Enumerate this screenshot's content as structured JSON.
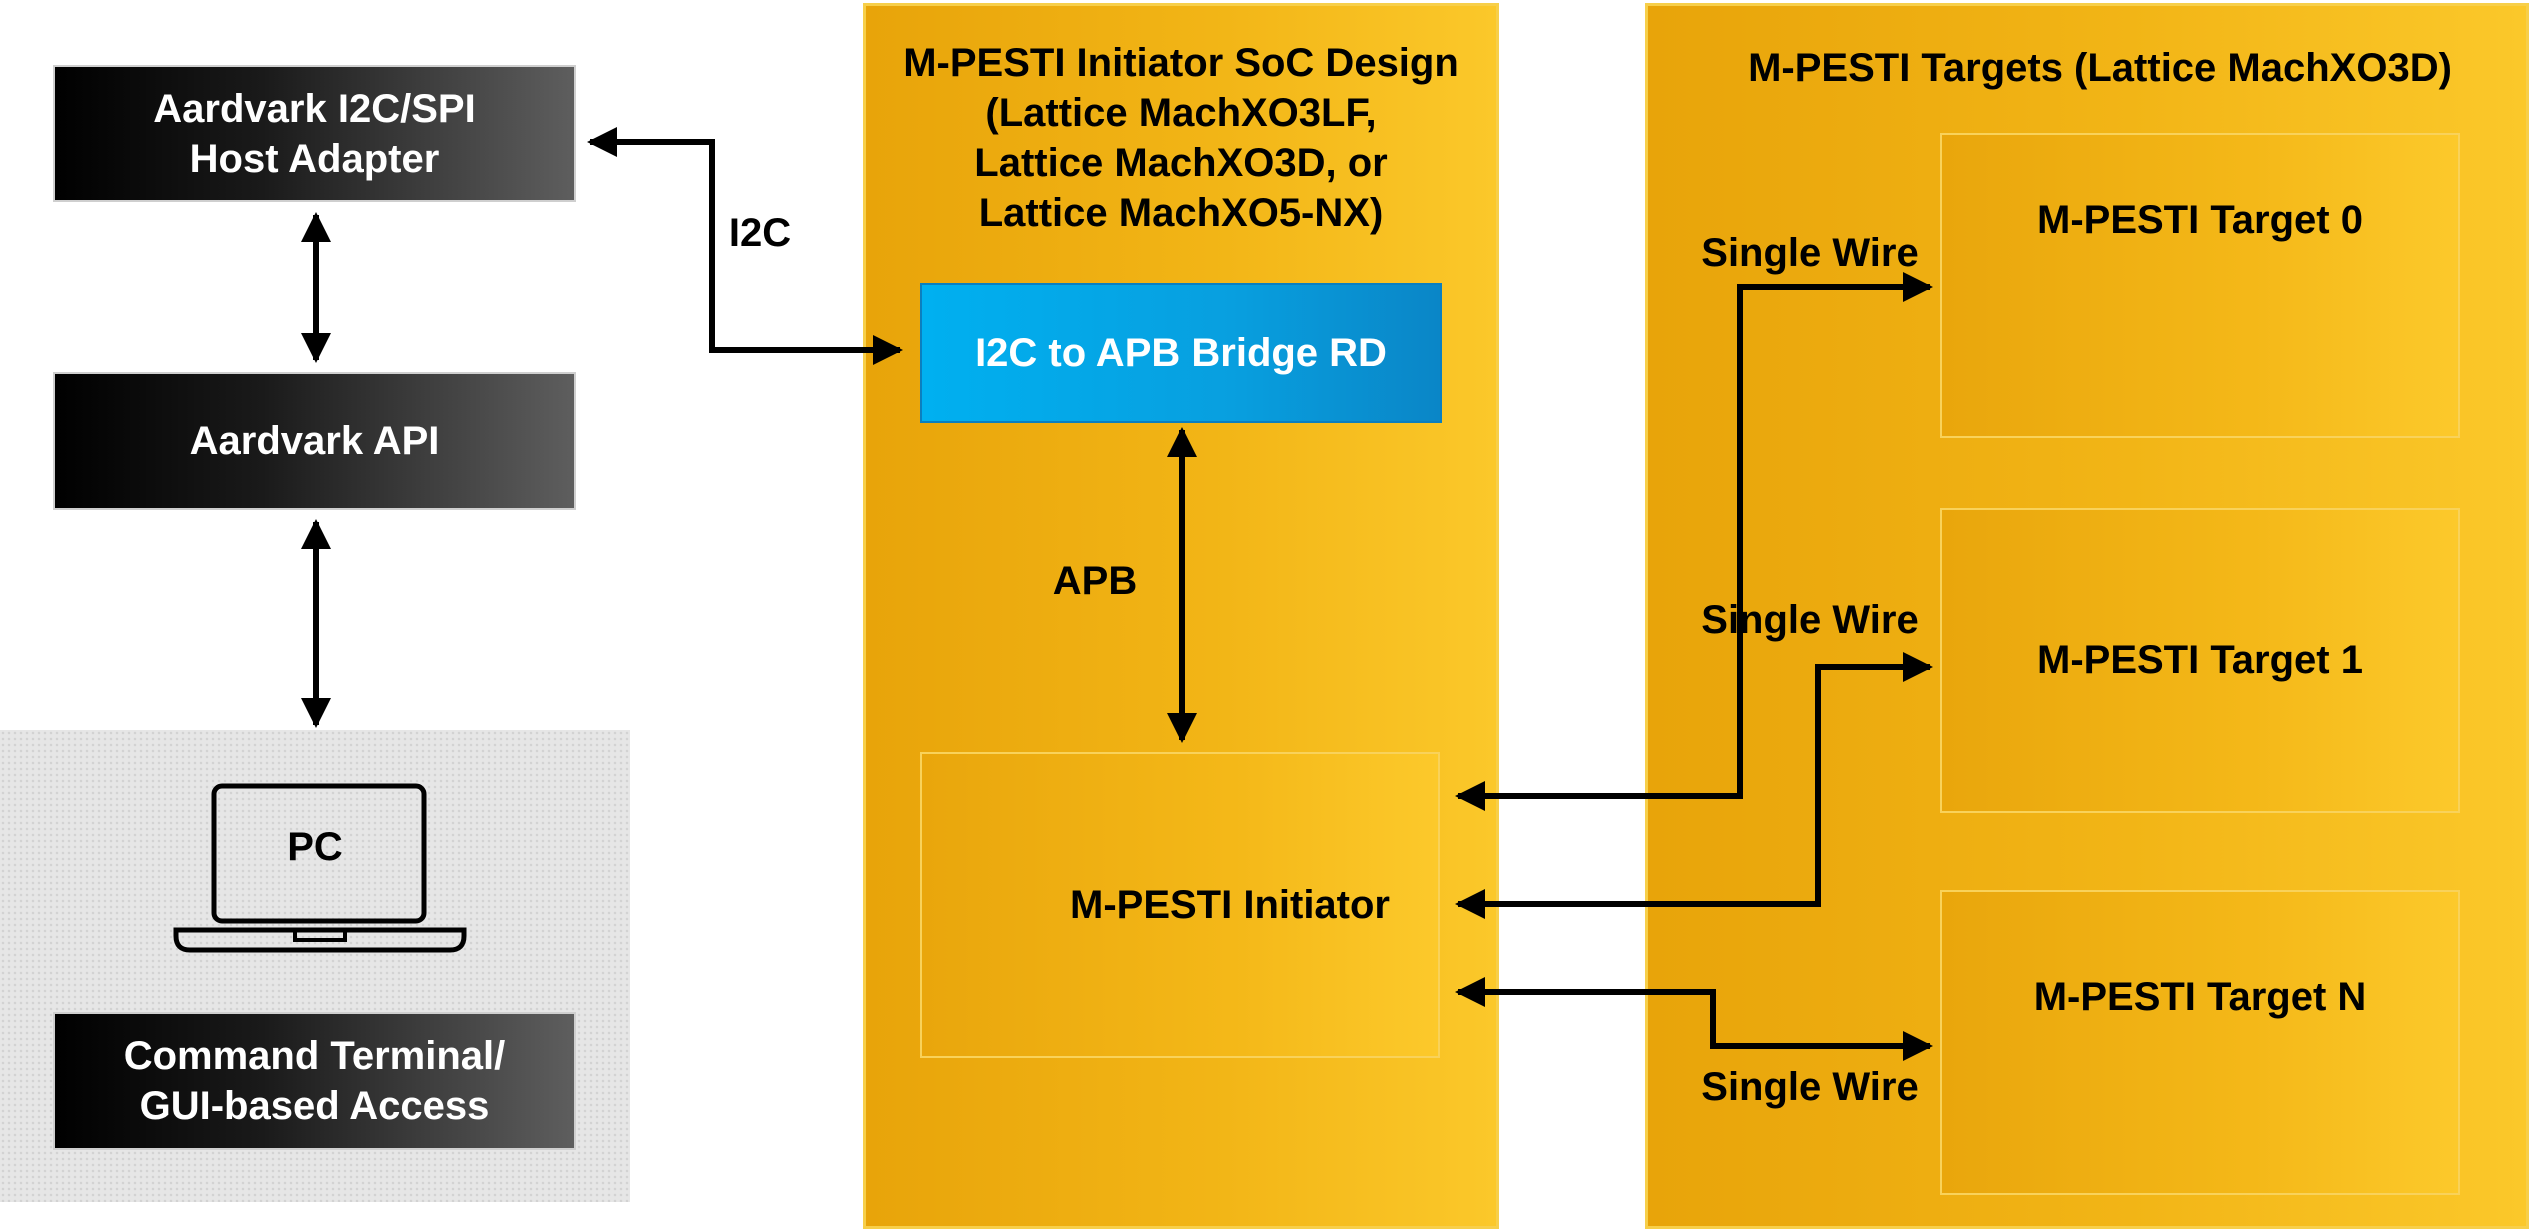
{
  "left": {
    "host_adapter": "Aardvark I2C/SPI\nHost Adapter",
    "api": "Aardvark API",
    "pc": "PC",
    "terminal": "Command Terminal/\nGUI-based Access"
  },
  "initiator_panel": {
    "title": "M-PESTI Initiator SoC Design\n(Lattice MachXO3LF,\nLattice MachXO3D, or\nLattice MachXO5-NX)",
    "bridge": "I2C to APB Bridge RD",
    "initiator": "M-PESTI Initiator",
    "apb_label": "APB"
  },
  "targets_panel": {
    "title": "M-PESTI Targets (Lattice MachXO3D)",
    "targets": [
      "M-PESTI Target 0",
      "M-PESTI Target 1",
      "M-PESTI Target N"
    ],
    "wire_labels": [
      "Single Wire",
      "Single Wire",
      "Single Wire"
    ]
  },
  "i2c_label": "I2C",
  "colors": {
    "bridge": "#0aa3e8",
    "panel": "#f2b516",
    "dark_box": "#1a1a1a"
  }
}
